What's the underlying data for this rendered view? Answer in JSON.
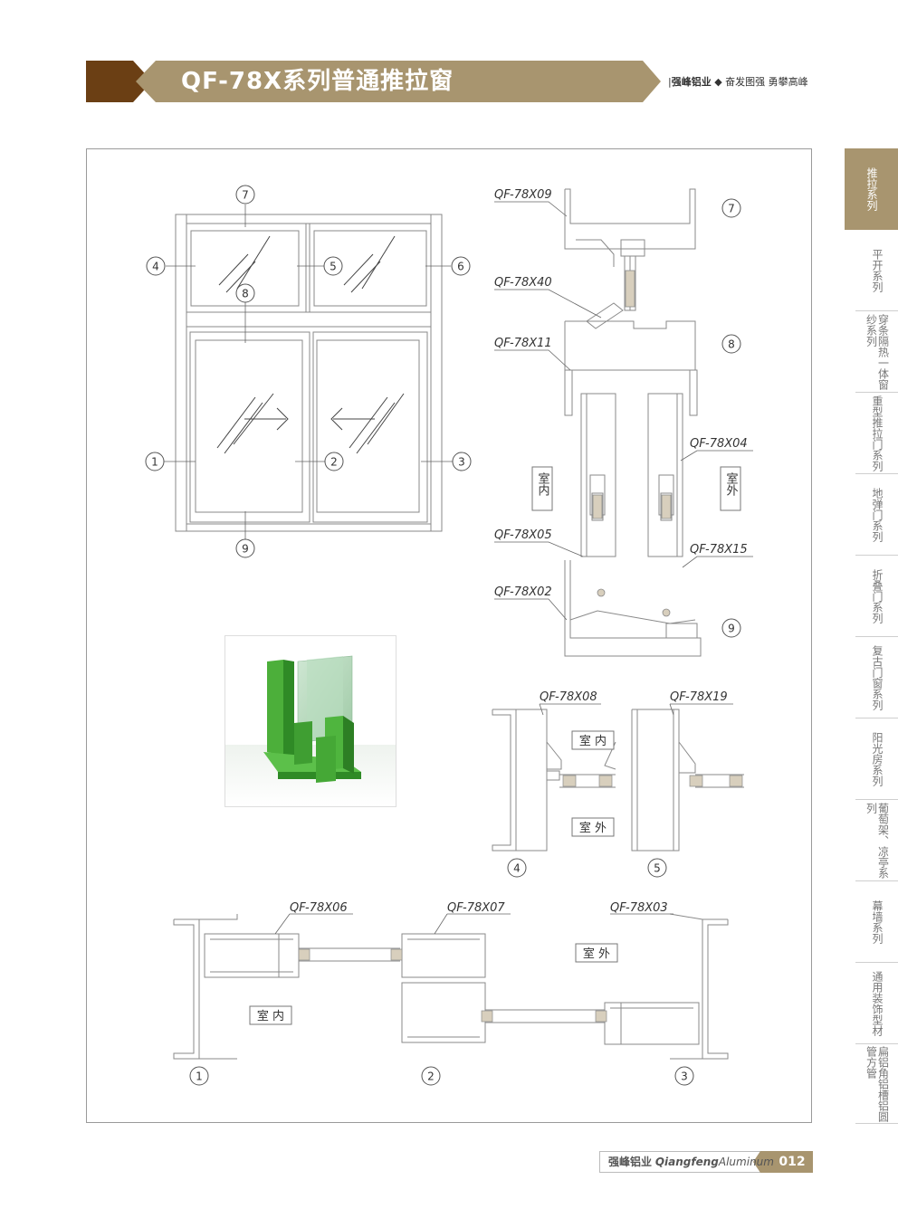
{
  "header": {
    "title": "QF-78X系列普通推拉窗",
    "slogan_brand": "强峰铝业",
    "slogan_text": "奋发图强 勇攀高峰"
  },
  "colors": {
    "brand_brown": "#6b3f14",
    "title_khaki": "#a8956f",
    "sidebar_active": "#a8956f",
    "profile_green": "#4caf3a"
  },
  "elevation": {
    "callouts": [
      "1",
      "2",
      "3",
      "4",
      "5",
      "6",
      "7",
      "8",
      "9"
    ]
  },
  "section_vertical": {
    "labels": [
      "QF-78X09",
      "QF-78X40",
      "QF-78X11",
      "QF-78X04",
      "QF-78X05",
      "QF-78X15",
      "QF-78X02"
    ],
    "callouts": [
      "7",
      "8",
      "9"
    ],
    "indoor": "室内",
    "outdoor": "室外"
  },
  "section_mid": {
    "labels": [
      "QF-78X08",
      "QF-78X19"
    ],
    "callouts": [
      "4",
      "5"
    ],
    "indoor": "室 内",
    "outdoor": "室 外"
  },
  "section_horizontal": {
    "labels": [
      "QF-78X06",
      "QF-78X07",
      "QF-78X03"
    ],
    "callouts": [
      "1",
      "2",
      "3"
    ],
    "indoor": "室 内",
    "outdoor": "室 外"
  },
  "sidebar": {
    "items": [
      {
        "label": "推拉系列",
        "active": true
      },
      {
        "label": "平开系列",
        "active": false
      },
      {
        "label": "穿条隔热一体窗纱系列",
        "active": false
      },
      {
        "label": "重型推拉门系列",
        "active": false
      },
      {
        "label": "地弹门系列",
        "active": false
      },
      {
        "label": "折叠门系列",
        "active": false
      },
      {
        "label": "复古门窗系列",
        "active": false
      },
      {
        "label": "阳光房系列",
        "active": false
      },
      {
        "label": "葡萄架、凉亭系列",
        "active": false
      },
      {
        "label": "幕墙系列",
        "active": false
      },
      {
        "label": "通用装饰型材",
        "active": false
      },
      {
        "label": "扁铝角铝槽铝圆管方管",
        "active": false
      }
    ]
  },
  "footer": {
    "brand_cn": "强峰铝业",
    "brand_en_bold": "Qiangfeng",
    "brand_en": "Aluminum",
    "page_number": "012"
  }
}
